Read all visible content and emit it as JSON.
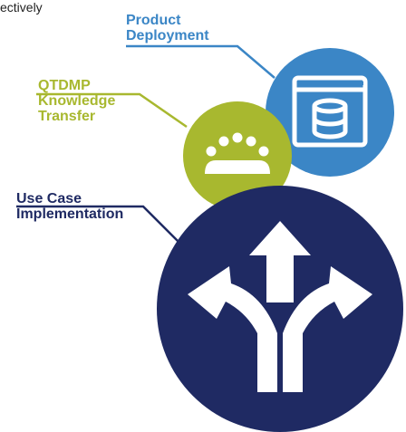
{
  "top_fragment": "ectively",
  "nodes": [
    {
      "id": "product-deployment",
      "lines": [
        "Product",
        "Deployment"
      ],
      "color": "#3b86c6",
      "icon": "database-window-icon"
    },
    {
      "id": "qtdmp-knowledge-transfer",
      "lines": [
        "QTDMP",
        "Knowledge",
        "Transfer"
      ],
      "color": "#a8b82f",
      "icon": "meeting-group-icon"
    },
    {
      "id": "use-case-implementation",
      "lines": [
        "Use Case",
        "Implementation"
      ],
      "color": "#1f2a63",
      "icon": "branching-arrows-icon"
    }
  ]
}
